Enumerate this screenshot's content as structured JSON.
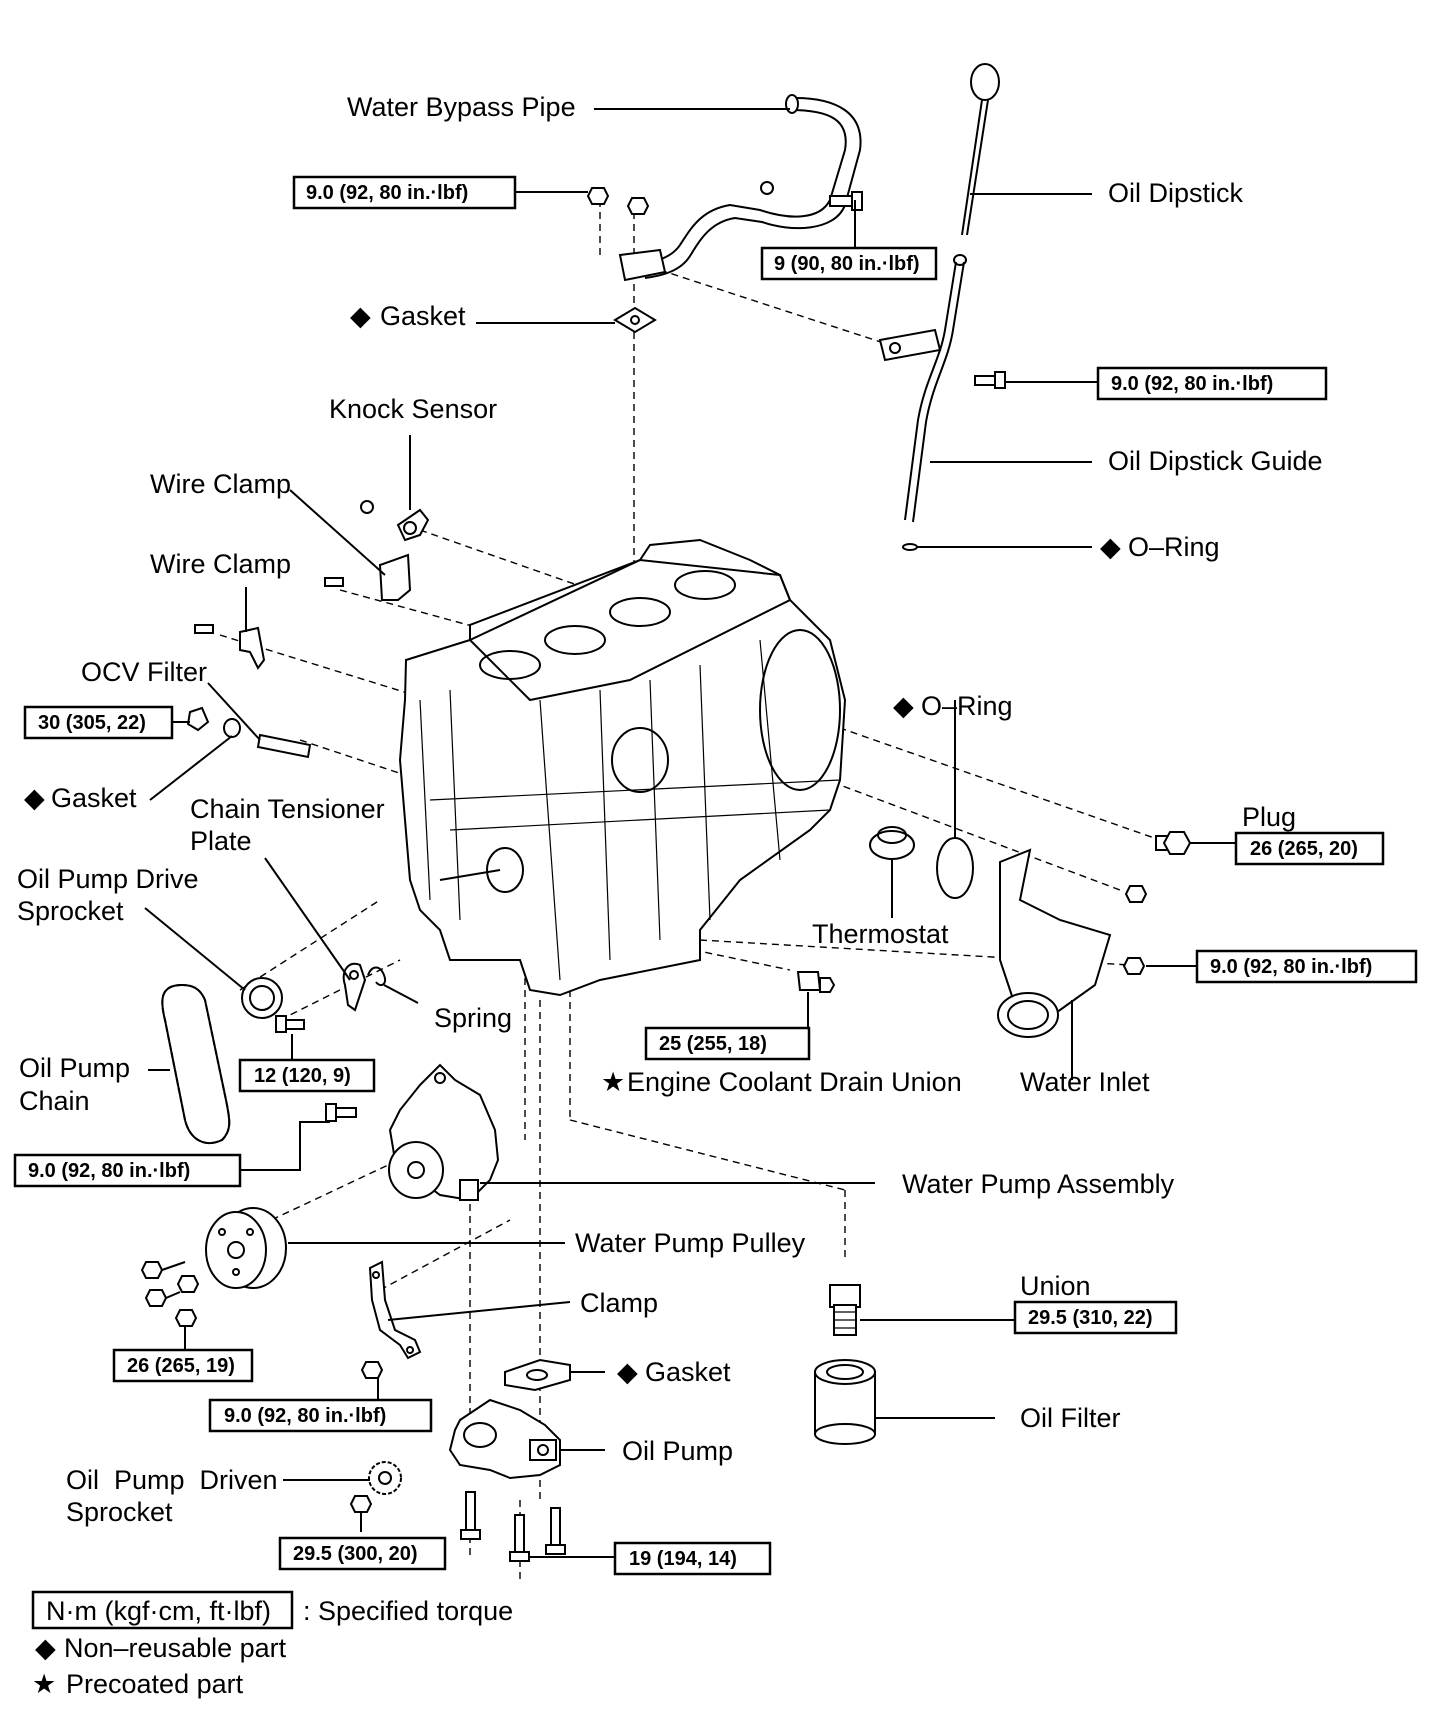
{
  "labels": {
    "water_bypass_pipe": "Water Bypass Pipe",
    "oil_dipstick": "Oil Dipstick",
    "gasket_top": "Gasket",
    "knock_sensor": "Knock Sensor",
    "oil_dipstick_guide": "Oil Dipstick Guide",
    "wire_clamp_1": "Wire Clamp",
    "o_ring_1": "O–Ring",
    "wire_clamp_2": "Wire Clamp",
    "ocv_filter": "OCV Filter",
    "o_ring_2": "O–Ring",
    "gasket_ocv": "Gasket",
    "chain_tensioner_plate_1": "Chain Tensioner",
    "chain_tensioner_plate_2": "Plate",
    "plug": "Plug",
    "oil_pump_drive_sprocket_1": "Oil Pump Drive",
    "oil_pump_drive_sprocket_2": "Sprocket",
    "thermostat": "Thermostat",
    "spring": "Spring",
    "oil_pump_chain_1": "Oil Pump",
    "oil_pump_chain_2": "Chain",
    "engine_coolant_drain_union": "Engine Coolant Drain Union",
    "water_inlet": "Water Inlet",
    "water_pump_assembly": "Water Pump Assembly",
    "water_pump_pulley": "Water Pump Pulley",
    "union": "Union",
    "clamp": "Clamp",
    "gasket_pump": "Gasket",
    "oil_filter": "Oil Filter",
    "oil_pump": "Oil Pump",
    "oil_pump_driven_sprocket_1": "Oil  Pump  Driven",
    "oil_pump_driven_sprocket_2": "Sprocket"
  },
  "torques": {
    "bypass_nut": "9.0 (92, 80 in.·lbf)",
    "bypass_bolt": "9 (90, 80 in.·lbf)",
    "dipstick_guide_bolt": "9.0 (92, 80 in.·lbf)",
    "ocv_plug": "30 (305, 22)",
    "plug": "26 (265, 20)",
    "water_inlet_nut": "9.0 (92, 80 in.·lbf)",
    "drain_union": "25 (255, 18)",
    "tensioner_bolt": "12 (120, 9)",
    "water_pump_bolt": "9.0 (92, 80 in.·lbf)",
    "pulley_bolts": "26 (265, 19)",
    "clamp_nut": "9.0 (92, 80 in.·lbf)",
    "union": "29.5 (310, 22)",
    "driven_sprocket_nut": "29.5 (300, 20)",
    "oil_pump_bolts": "19 (194, 14)"
  },
  "legend": {
    "unit_box": "N·m (kgf·cm, ft·lbf)",
    "unit_desc": ": Specified torque",
    "non_reusable": "Non–reusable part",
    "precoated": "Precoated part"
  },
  "symbols": {
    "diamond": "◆",
    "star": "★"
  }
}
